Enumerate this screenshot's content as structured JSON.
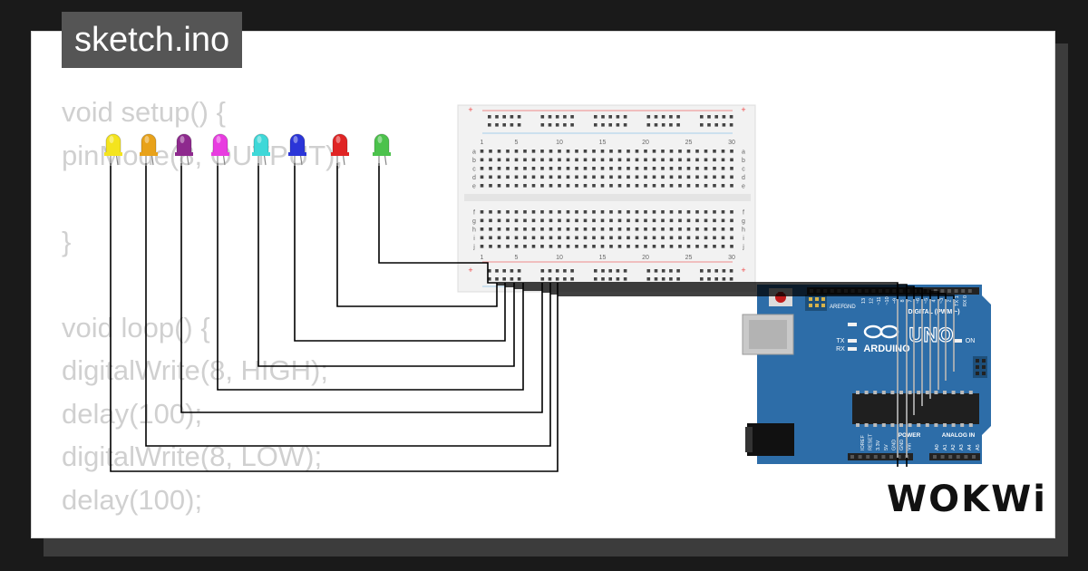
{
  "file_title": "sketch.ino",
  "code_lines": [
    "void setup() {",
    "pinMode(8, OUTPUT);",
    "",
    "}",
    "",
    "void loop() {",
    "digitalWrite(8, HIGH);",
    "delay(100);",
    "digitalWrite(8, LOW);",
    "delay(100);"
  ],
  "leds": [
    {
      "color": "yellow",
      "hex": "#f4e41e"
    },
    {
      "color": "orange",
      "hex": "#e8a21a"
    },
    {
      "color": "purple",
      "hex": "#8e2a8e"
    },
    {
      "color": "magenta",
      "hex": "#e83ce0"
    },
    {
      "color": "cyan",
      "hex": "#3fd8d8"
    },
    {
      "color": "blue",
      "hex": "#2b35d8"
    },
    {
      "color": "red",
      "hex": "#e02424"
    },
    {
      "color": "green",
      "hex": "#4cc24c"
    }
  ],
  "breadboard": {
    "column_numbers": [
      "1",
      "5",
      "10",
      "15",
      "20",
      "25",
      "30"
    ],
    "row_letters_top": [
      "a",
      "b",
      "c",
      "d",
      "e"
    ],
    "row_letters_bottom": [
      "f",
      "g",
      "h",
      "i",
      "j"
    ],
    "rail_plus": "+",
    "rail_minus": "-"
  },
  "arduino": {
    "logo_text": "ARDUINO",
    "model": "UNO",
    "labels": {
      "digital": "DIGITAL (PWM ~)",
      "tx": "TX",
      "rx": "RX",
      "on": "ON",
      "aref": "AREF",
      "gnd": "GND",
      "power": "POWER",
      "analog_in": "ANALOG IN",
      "tx_arrow": "TX",
      "rx_arrow": "RX"
    },
    "digital_pins": [
      "13",
      "12",
      "~11",
      "~10",
      "~9",
      "8",
      "7",
      "~6",
      "~5",
      "4",
      "~3",
      "2",
      "TX 1",
      "RX 0"
    ],
    "power_pins": [
      "IOREF",
      "RESET",
      "3.3V",
      "5V",
      "GND",
      "GND",
      "Vin"
    ],
    "analog_pins": [
      "A0",
      "A1",
      "A2",
      "A3",
      "A4",
      "A5"
    ]
  },
  "brand": "WOKWi",
  "colors": {
    "background": "#1a1a1a",
    "card": "#ffffff",
    "badge": "#555555",
    "code_text": "#d0d0d0",
    "board_blue": "#2d6da8",
    "wire": "#000000"
  }
}
